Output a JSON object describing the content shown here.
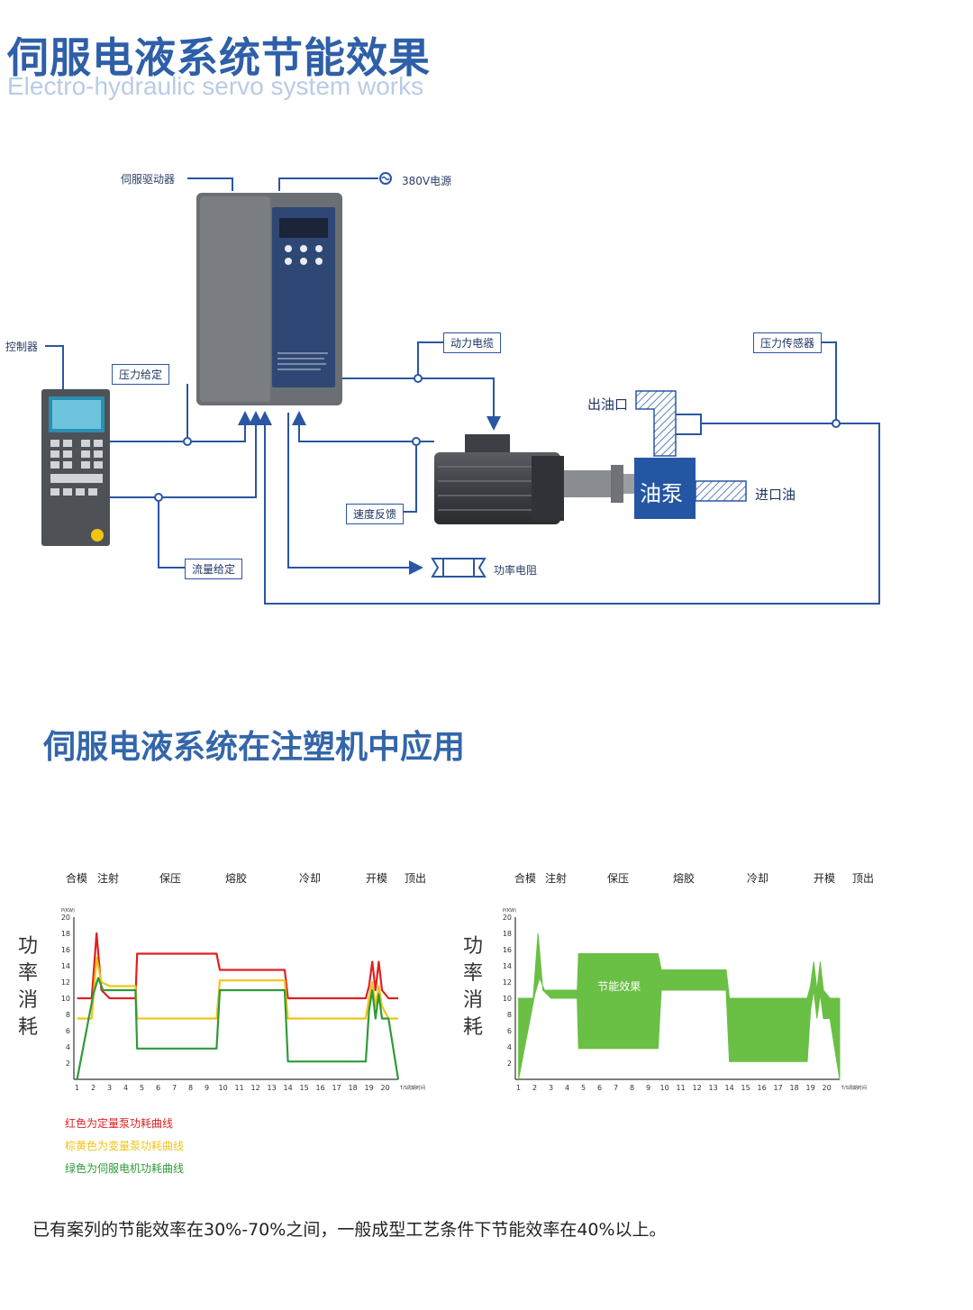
{
  "header": {
    "title_cn": "伺服电液系统节能效果",
    "title_en": "Electro-hydraulic servo system works"
  },
  "diagram": {
    "labels": {
      "servo_driver": "伺服驱动器",
      "power_supply": "380V电源",
      "controller": "控制器",
      "pressure_set": "压力给定",
      "power_cable": "动力电缆",
      "pressure_sensor": "压力传感器",
      "oil_outlet": "出油口",
      "oil_pump": "油泵",
      "oil_inlet": "进口油",
      "speed_feedback": "速度反馈",
      "flow_set": "流量给定",
      "brake_resistor": "功率电阻"
    },
    "colors": {
      "line": "#2a56a3",
      "pump": "#2456a4",
      "driver": "#6b6e72"
    }
  },
  "section2": {
    "title": "伺服电液系统在注塑机中应用"
  },
  "charts": {
    "phases": [
      "合模",
      "注射",
      "保压",
      "熔胶",
      "冷却",
      "开模",
      "顶出"
    ],
    "ylabel_chars": [
      "功",
      "率",
      "消",
      "耗"
    ],
    "y_unit": "P(KW)",
    "x_unit": "T/S周期时间",
    "savings_label": "节能效果",
    "legend": [
      {
        "text": "红色为定量泵功耗曲线",
        "color": "#e02020"
      },
      {
        "text": "棕黄色为变量泵功耗曲线",
        "color": "#f0c419"
      },
      {
        "text": "绿色为伺服电机功耗曲线",
        "color": "#2e9a3a"
      }
    ]
  },
  "chart_data": [
    {
      "type": "line",
      "title": "",
      "xlabel": "T/S周期时间",
      "ylabel": "P(KW)",
      "xlim": [
        0.8,
        20.8
      ],
      "ylim": [
        0,
        20
      ],
      "x_ticks": [
        1,
        2,
        3,
        4,
        5,
        6,
        7,
        8,
        9,
        10,
        11,
        12,
        13,
        14,
        15,
        16,
        17,
        18,
        19,
        20
      ],
      "y_ticks": [
        2,
        4,
        6,
        8,
        10,
        12,
        14,
        16,
        18,
        20
      ],
      "series": [
        {
          "name": "红色为定量泵功耗曲线",
          "color": "#e02020",
          "points": [
            [
              1,
              10
            ],
            [
              1.9,
              10
            ],
            [
              2.2,
              18
            ],
            [
              2.5,
              11
            ],
            [
              3,
              10
            ],
            [
              4.6,
              10
            ],
            [
              4.7,
              15.5
            ],
            [
              9.6,
              15.5
            ],
            [
              9.8,
              13.5
            ],
            [
              13.8,
              13.5
            ],
            [
              14,
              10
            ],
            [
              18.8,
              10
            ],
            [
              19,
              11.5
            ],
            [
              19.2,
              14.5
            ],
            [
              19.4,
              11
            ],
            [
              19.6,
              14.5
            ],
            [
              19.8,
              11
            ],
            [
              20.2,
              10
            ],
            [
              20.8,
              10
            ]
          ]
        },
        {
          "name": "棕黄色为变量泵功耗曲线",
          "color": "#f0c419",
          "points": [
            [
              1,
              7.5
            ],
            [
              1.9,
              7.5
            ],
            [
              2.2,
              15
            ],
            [
              2.5,
              12
            ],
            [
              3,
              11.5
            ],
            [
              4.6,
              11.5
            ],
            [
              4.7,
              7.5
            ],
            [
              9.6,
              7.5
            ],
            [
              9.8,
              12.2
            ],
            [
              13.8,
              12.2
            ],
            [
              14,
              7.5
            ],
            [
              18.8,
              7.5
            ],
            [
              19,
              10
            ],
            [
              19.2,
              12
            ],
            [
              19.4,
              9
            ],
            [
              19.6,
              11.5
            ],
            [
              19.8,
              9
            ],
            [
              20.2,
              7.5
            ],
            [
              20.8,
              7.5
            ]
          ]
        },
        {
          "name": "绿色为伺服电机功耗曲线",
          "color": "#2e9a3a",
          "points": [
            [
              1,
              0
            ],
            [
              2,
              10.5
            ],
            [
              2.3,
              12.5
            ],
            [
              2.6,
              11
            ],
            [
              4.6,
              11
            ],
            [
              4.7,
              3.8
            ],
            [
              9.6,
              3.8
            ],
            [
              9.8,
              11
            ],
            [
              13.8,
              11
            ],
            [
              14,
              2.2
            ],
            [
              18.8,
              2.2
            ],
            [
              19,
              8.5
            ],
            [
              19.2,
              11
            ],
            [
              19.4,
              7.5
            ],
            [
              19.6,
              10.5
            ],
            [
              19.8,
              7.5
            ],
            [
              20.2,
              7.5
            ],
            [
              20.8,
              0
            ]
          ]
        }
      ]
    },
    {
      "type": "area",
      "title": "",
      "xlabel": "T/S周期时间",
      "ylabel": "P(KW)",
      "xlim": [
        0.8,
        20.8
      ],
      "ylim": [
        0,
        20
      ],
      "x_ticks": [
        1,
        2,
        3,
        4,
        5,
        6,
        7,
        8,
        9,
        10,
        11,
        12,
        13,
        14,
        15,
        16,
        17,
        18,
        19,
        20
      ],
      "y_ticks": [
        2,
        4,
        6,
        8,
        10,
        12,
        14,
        16,
        18,
        20
      ],
      "annotation": "节能效果",
      "series": [
        {
          "name": "",
          "color": "#6abf45",
          "upper": [
            [
              1,
              10
            ],
            [
              1.9,
              10
            ],
            [
              2.2,
              18
            ],
            [
              2.5,
              11
            ],
            [
              3,
              10
            ],
            [
              4.6,
              10
            ],
            [
              4.7,
              15.5
            ],
            [
              9.6,
              15.5
            ],
            [
              9.8,
              13.5
            ],
            [
              13.8,
              13.5
            ],
            [
              14,
              10
            ],
            [
              18.8,
              10
            ],
            [
              19,
              11.5
            ],
            [
              19.2,
              14.5
            ],
            [
              19.4,
              11
            ],
            [
              19.6,
              14.5
            ],
            [
              19.8,
              11
            ],
            [
              20.2,
              10
            ],
            [
              20.8,
              10
            ]
          ],
          "lower": [
            [
              1,
              0
            ],
            [
              2,
              10.5
            ],
            [
              2.3,
              12.5
            ],
            [
              2.6,
              11
            ],
            [
              4.6,
              11
            ],
            [
              4.7,
              3.8
            ],
            [
              9.6,
              3.8
            ],
            [
              9.8,
              11
            ],
            [
              13.8,
              11
            ],
            [
              14,
              2.2
            ],
            [
              18.8,
              2.2
            ],
            [
              19,
              8.5
            ],
            [
              19.2,
              11
            ],
            [
              19.4,
              7.5
            ],
            [
              19.6,
              10.5
            ],
            [
              19.8,
              7.5
            ],
            [
              20.2,
              7.5
            ],
            [
              20.8,
              0
            ]
          ]
        }
      ]
    }
  ],
  "footer": {
    "text": "已有案列的节能效率在30%-70%之间，一般成型工艺条件下节能效率在40%以上。"
  }
}
